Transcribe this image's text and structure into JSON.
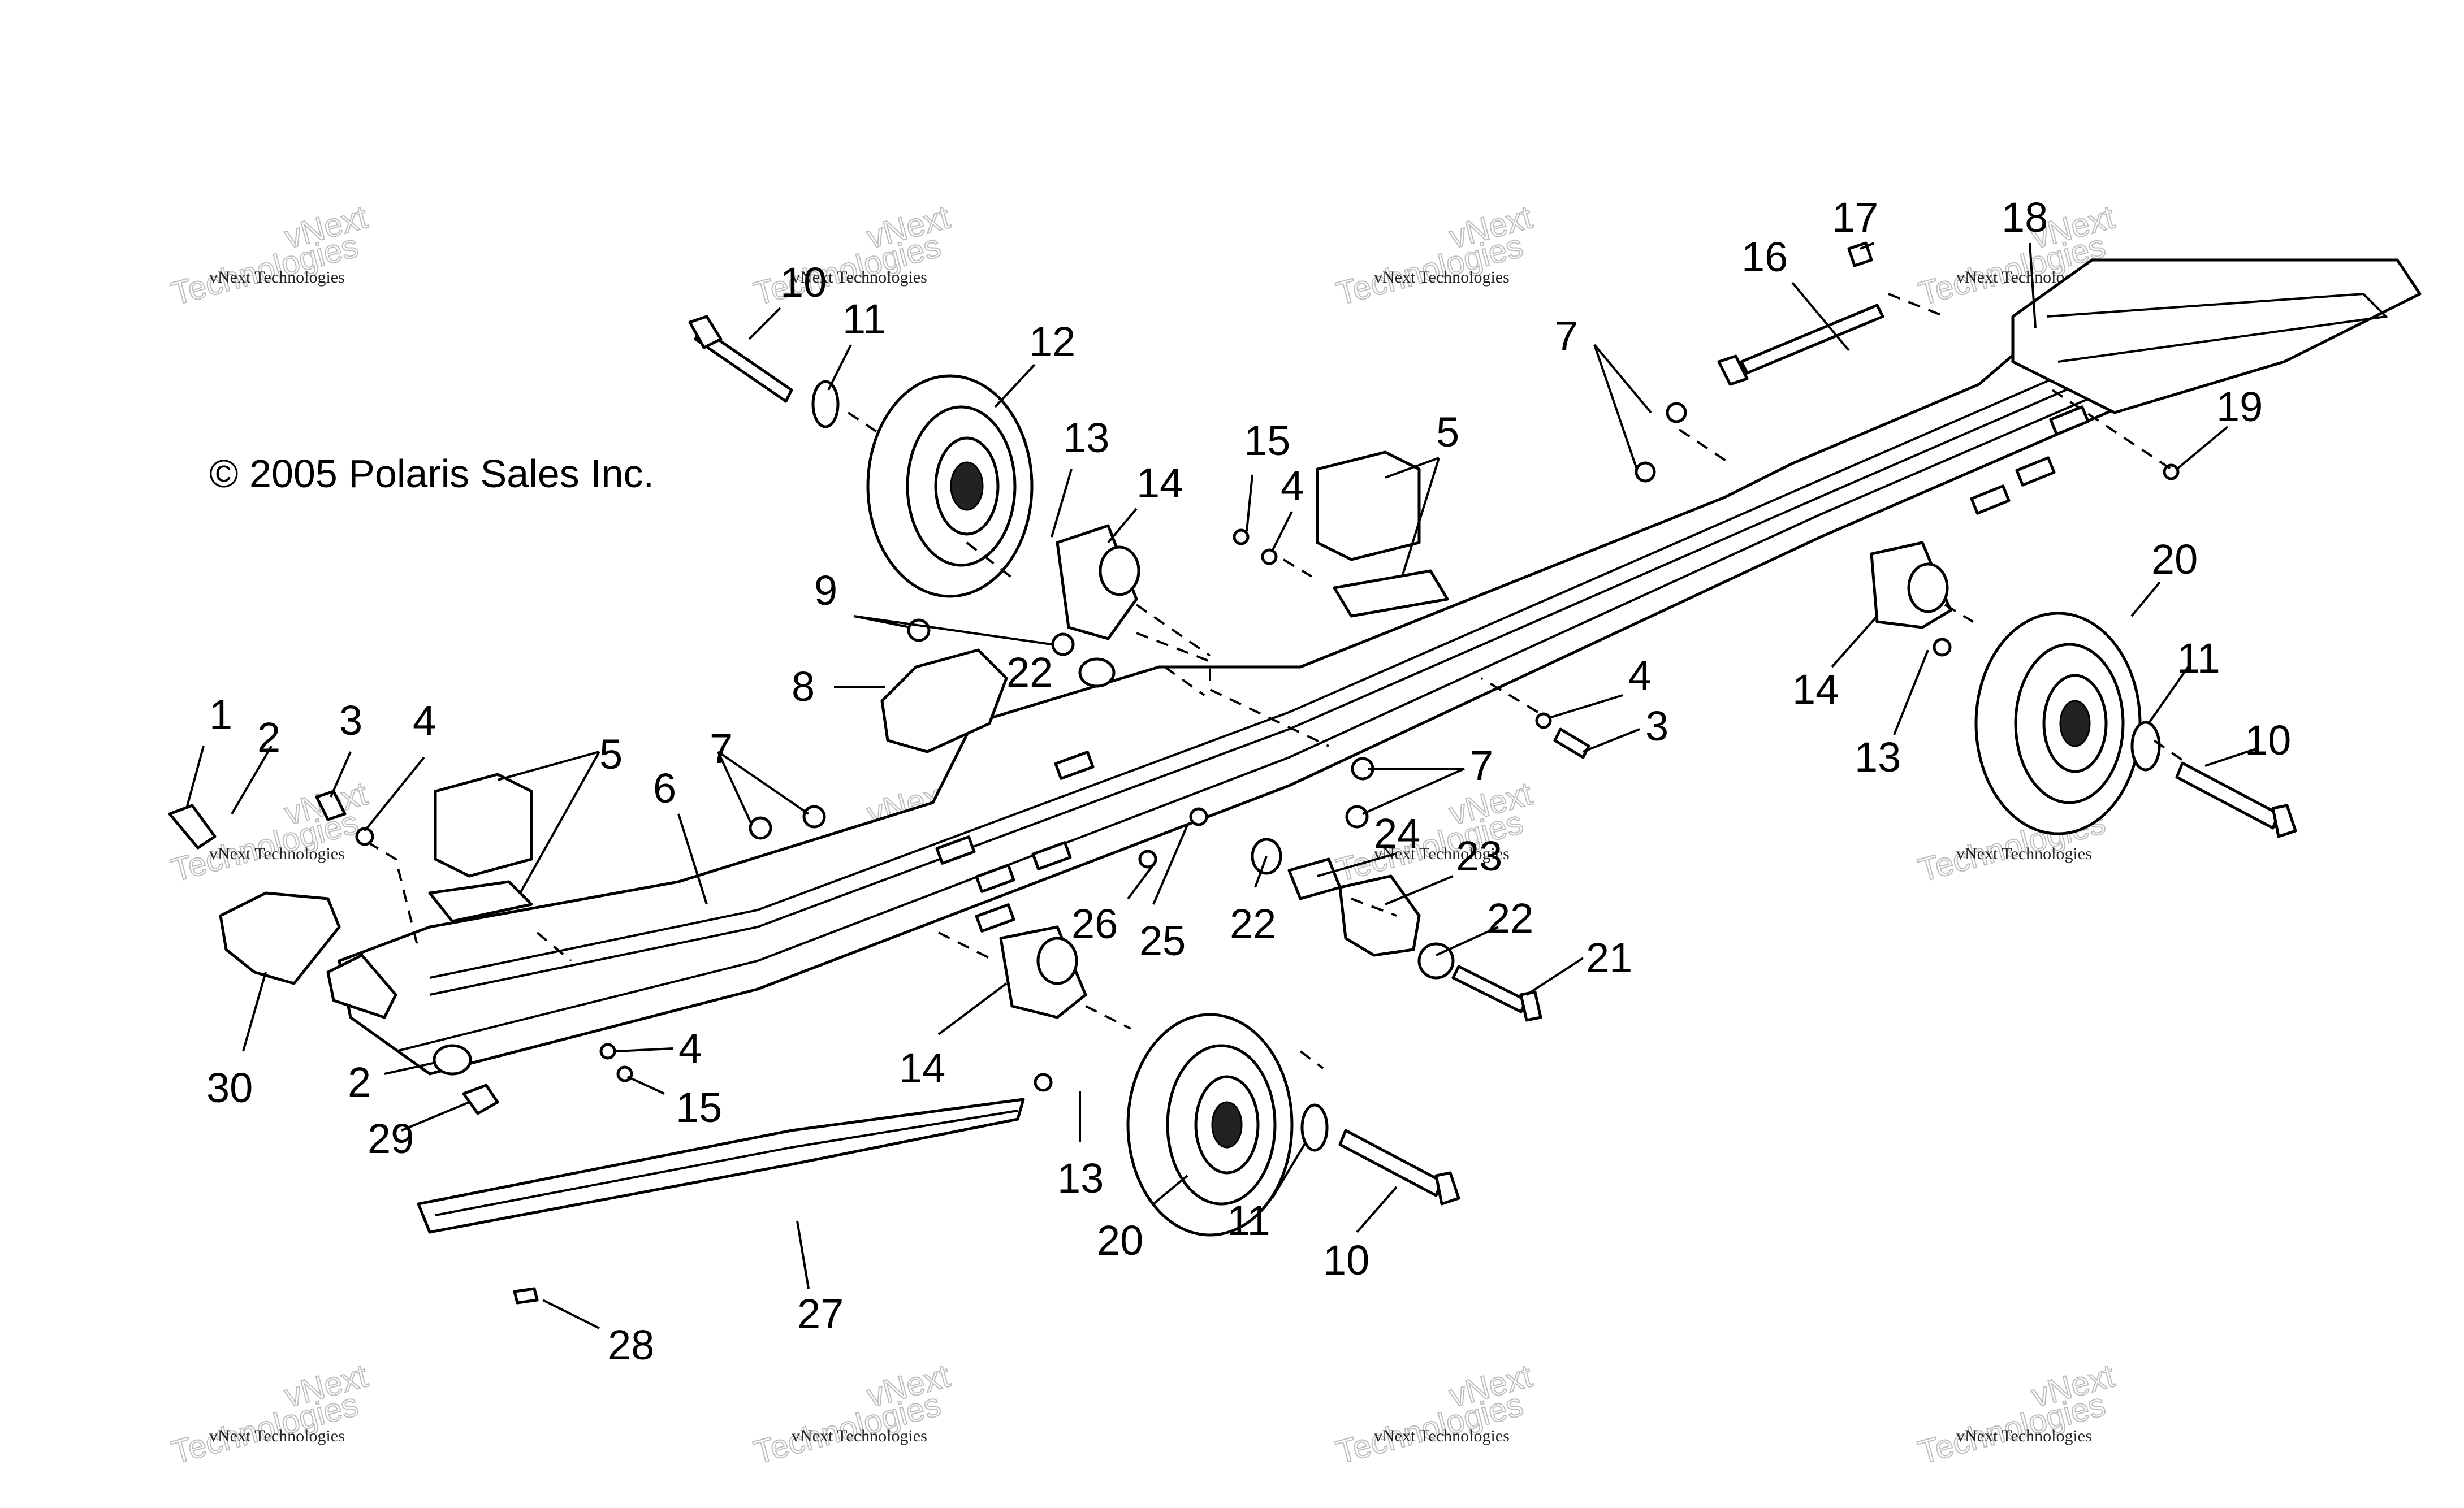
{
  "copyright": "© 2005 Polaris Sales Inc.",
  "watermark": {
    "line1": "vNext",
    "line2": "Technologies",
    "small": "vNext Technologies"
  },
  "callouts": [
    "1",
    "2",
    "3",
    "4",
    "5",
    "6",
    "7",
    "8",
    "9",
    "10",
    "11",
    "12",
    "13",
    "14",
    "15",
    "16",
    "17",
    "18",
    "19",
    "20",
    "21",
    "22",
    "23",
    "24",
    "25",
    "26",
    "27",
    "28",
    "29",
    "30"
  ]
}
